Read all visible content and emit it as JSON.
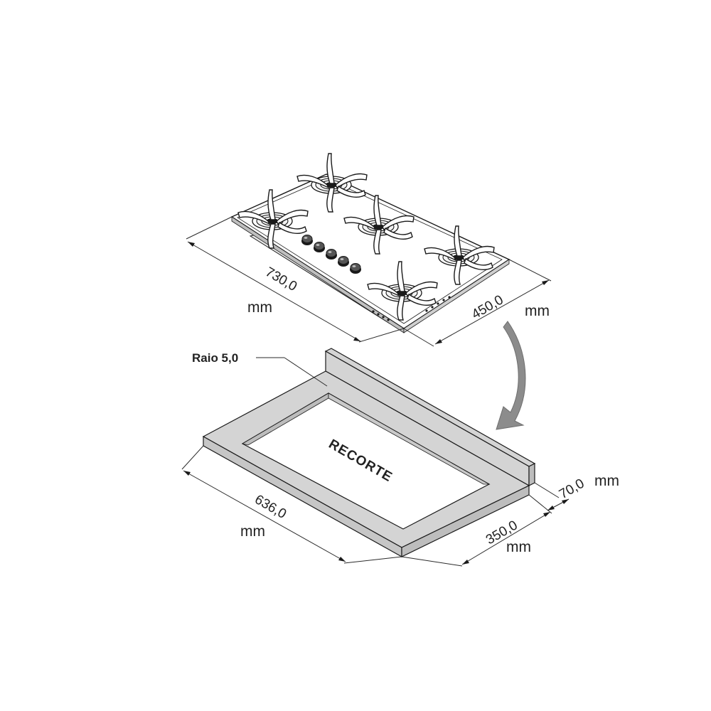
{
  "cooktop": {
    "width_value": "730,0",
    "width_unit": "mm",
    "depth_value": "450,0",
    "depth_unit": "mm",
    "burner_count": 5,
    "knob_count": 5
  },
  "counter": {
    "radius_label": "Raio 5,0",
    "cutout_label": "RECORTE",
    "cutout_width_value": "636,0",
    "cutout_width_unit": "mm",
    "cutout_depth_value": "350,0",
    "cutout_depth_unit": "mm",
    "backsplash_value": "70,0",
    "backsplash_unit": "mm"
  },
  "colors": {
    "counter_fill": "#d4d4d4",
    "arrow_fill": "#8c8c8c",
    "line": "#1a1a1a"
  }
}
